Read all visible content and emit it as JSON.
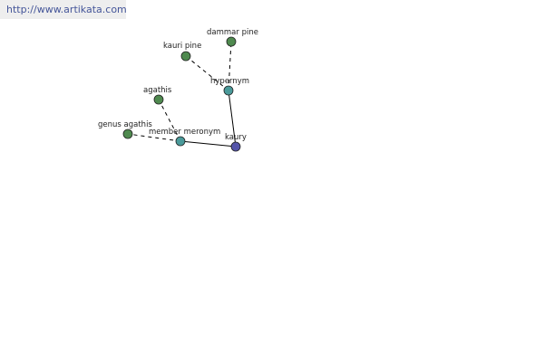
{
  "site_url": "http://www.artikata.com",
  "colors": {
    "leaf": "#4f8a4f",
    "relation": "#4a9a9a",
    "root": "#5555aa",
    "url_bar": "#eeeeee",
    "url_text": "#445599"
  },
  "graph": {
    "nodes": [
      {
        "id": "kaury",
        "label": "kaury",
        "kind": "root"
      },
      {
        "id": "hypernym",
        "label": "hypernym",
        "kind": "relation"
      },
      {
        "id": "member_meronym",
        "label": "member meronym",
        "kind": "relation"
      },
      {
        "id": "dammar_pine",
        "label": "dammar pine",
        "kind": "leaf"
      },
      {
        "id": "kauri_pine",
        "label": "kauri pine",
        "kind": "leaf"
      },
      {
        "id": "agathis",
        "label": "agathis",
        "kind": "leaf"
      },
      {
        "id": "genus_agathis",
        "label": "genus agathis",
        "kind": "leaf"
      }
    ],
    "edges": [
      {
        "from": "kaury",
        "to": "hypernym",
        "style": "solid"
      },
      {
        "from": "kaury",
        "to": "member_meronym",
        "style": "solid"
      },
      {
        "from": "hypernym",
        "to": "dammar_pine",
        "style": "dashed"
      },
      {
        "from": "hypernym",
        "to": "kauri_pine",
        "style": "dashed"
      },
      {
        "from": "member_meronym",
        "to": "agathis",
        "style": "dashed"
      },
      {
        "from": "member_meronym",
        "to": "genus_agathis",
        "style": "dashed"
      }
    ]
  }
}
